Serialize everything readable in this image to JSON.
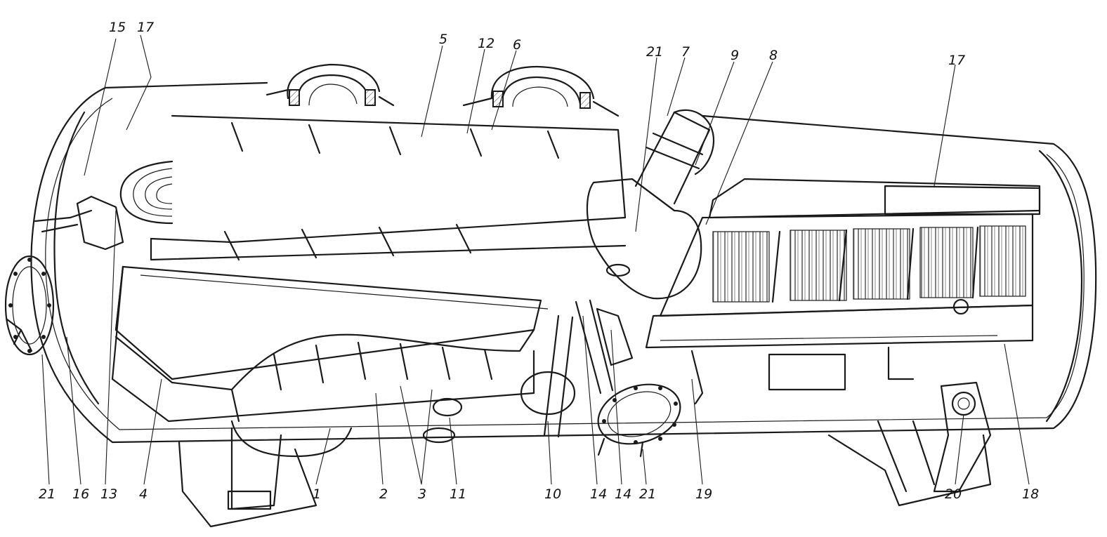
{
  "figure": {
    "callouts": [
      {
        "id": "c-15",
        "text": "15"
      },
      {
        "id": "c-17-left",
        "text": "17"
      },
      {
        "id": "c-5",
        "text": "5"
      },
      {
        "id": "c-12",
        "text": "12"
      },
      {
        "id": "c-6",
        "text": "6"
      },
      {
        "id": "c-21-top",
        "text": "21"
      },
      {
        "id": "c-7",
        "text": "7"
      },
      {
        "id": "c-9",
        "text": "9"
      },
      {
        "id": "c-8",
        "text": "8"
      },
      {
        "id": "c-17-right",
        "text": "17"
      },
      {
        "id": "c-21-left",
        "text": "21"
      },
      {
        "id": "c-16",
        "text": "16"
      },
      {
        "id": "c-13",
        "text": "13"
      },
      {
        "id": "c-4",
        "text": "4"
      },
      {
        "id": "c-1",
        "text": "1"
      },
      {
        "id": "c-2",
        "text": "2"
      },
      {
        "id": "c-3",
        "text": "3"
      },
      {
        "id": "c-11",
        "text": "11"
      },
      {
        "id": "c-10",
        "text": "10"
      },
      {
        "id": "c-14a",
        "text": "14"
      },
      {
        "id": "c-14b",
        "text": "14"
      },
      {
        "id": "c-21-bottom",
        "text": "21"
      },
      {
        "id": "c-19",
        "text": "19"
      },
      {
        "id": "c-20",
        "text": "20"
      },
      {
        "id": "c-18",
        "text": "18"
      }
    ],
    "colors": {
      "ink": "#1a1a1a",
      "paper": "#ffffff",
      "hatch": "#6a6a6a",
      "stipple": "#9a9a9a"
    }
  }
}
